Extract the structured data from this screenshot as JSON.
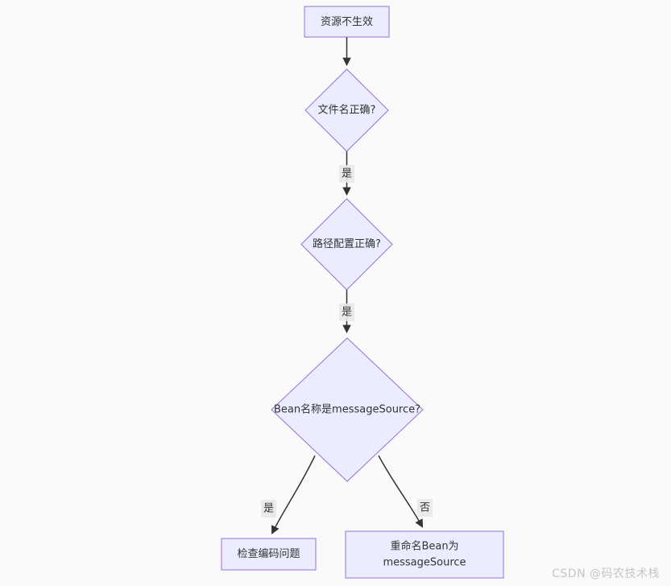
{
  "diagram": {
    "type": "flowchart",
    "direction": "top-down",
    "nodes": [
      {
        "id": "start",
        "shape": "rect",
        "label": "资源不生效"
      },
      {
        "id": "filename-check",
        "shape": "diamond",
        "label": "文件名正确?"
      },
      {
        "id": "path-config-check",
        "shape": "diamond",
        "label": "路径配置正确?"
      },
      {
        "id": "bean-name-check",
        "shape": "diamond",
        "label": "Bean名称是messageSource?"
      },
      {
        "id": "check-encoding",
        "shape": "rect",
        "label": "检查编码问题"
      },
      {
        "id": "rename-bean",
        "shape": "rect",
        "label": "重命名Bean为 messageSource",
        "label_lines": [
          "重命名Bean为",
          "messageSource"
        ]
      }
    ],
    "edges": [
      {
        "from": "start",
        "to": "filename-check",
        "label": ""
      },
      {
        "from": "filename-check",
        "to": "path-config-check",
        "label": "是"
      },
      {
        "from": "path-config-check",
        "to": "bean-name-check",
        "label": "是"
      },
      {
        "from": "bean-name-check",
        "to": "check-encoding",
        "label": "是"
      },
      {
        "from": "bean-name-check",
        "to": "rename-bean",
        "label": "否"
      }
    ],
    "colors": {
      "node_fill": "#ECECFF",
      "node_border": "#9370DB",
      "edge_line": "#333333",
      "edge_label_bg": "#E8E8E8",
      "text": "#333333",
      "background": "#FAFAFA"
    }
  },
  "watermark": {
    "text": "CSDN @码农技术栈"
  }
}
